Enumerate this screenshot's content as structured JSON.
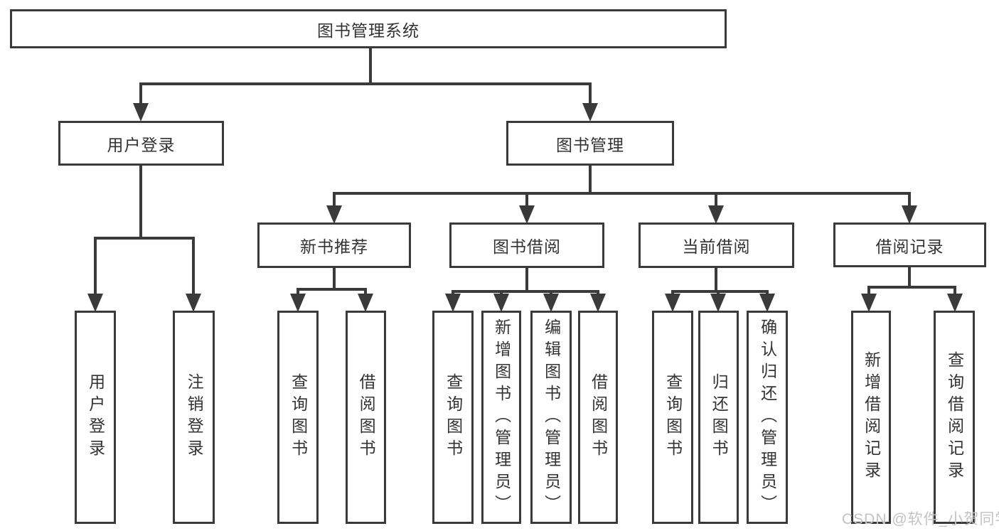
{
  "colors": {
    "line": "#3a3a3a",
    "text": "#333333",
    "background": "#ffffff",
    "watermark": "#c3c3c3"
  },
  "nodes": {
    "root": {
      "label": "图书管理系统"
    },
    "user_login": {
      "label": "用户登录"
    },
    "book_mgmt": {
      "label": "图书管理"
    },
    "new_book_rec": {
      "label": "新书推荐"
    },
    "book_borrow": {
      "label": "图书借阅"
    },
    "current_borrow": {
      "label": "当前借阅"
    },
    "borrow_records": {
      "label": "借阅记录"
    },
    "leaf_user_login": {
      "label": "用户登录"
    },
    "leaf_logout": {
      "label": "注销登录"
    },
    "leaf_nbr_query": {
      "label": "查询图书"
    },
    "leaf_nbr_borrow": {
      "label": "借阅图书"
    },
    "leaf_bb_query": {
      "label": "查询图书"
    },
    "leaf_bb_add": {
      "label": "新增图书（管理员）"
    },
    "leaf_bb_edit": {
      "label": "编辑图书（管理员）"
    },
    "leaf_bb_borrow": {
      "label": "借阅图书"
    },
    "leaf_cb_query": {
      "label": "查询图书"
    },
    "leaf_cb_return": {
      "label": "归还图书"
    },
    "leaf_cb_confirm": {
      "label": "确认归还（管理员）"
    },
    "leaf_br_add": {
      "label": "新增借阅记录"
    },
    "leaf_br_query": {
      "label": "查询借阅记录"
    }
  },
  "watermark": {
    "text": "CSDN @软件_小贺同学"
  }
}
